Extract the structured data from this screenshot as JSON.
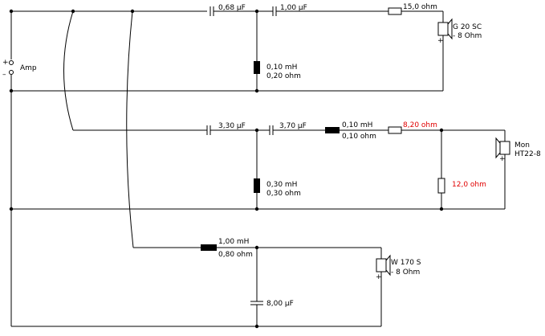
{
  "amp": {
    "label": "Amp",
    "plus": "+",
    "minus": "–"
  },
  "branch1": {
    "c1": "0,68 µF",
    "c2": "1,00 µF",
    "r1": "15,0 ohm",
    "l_value": "0,10 mH",
    "l_res": "0,20 ohm",
    "speaker_name": "G 20 SC",
    "speaker_imp": "- 8 Ohm",
    "plus": "+"
  },
  "branch2": {
    "c1": "3,30 µF",
    "c2": "3,70 µF",
    "l_series_value": "0,10 mH",
    "l_series_res": "0,10 ohm",
    "r_series": "8,20 ohm",
    "l_shunt_value": "0,30 mH",
    "l_shunt_res": "0,30 ohm",
    "r_shunt": "12,0 ohm",
    "speaker_name": "Mon",
    "speaker_model": "HT22-8",
    "plus": "+"
  },
  "branch3": {
    "l_value": "1,00 mH",
    "l_res": "0,80 ohm",
    "c1": "8,00 µF",
    "speaker_name": "W 170 S",
    "speaker_imp": "- 8 Ohm",
    "plus": "+"
  },
  "colors": {
    "wire": "#000000",
    "highlight": "#e00000"
  }
}
